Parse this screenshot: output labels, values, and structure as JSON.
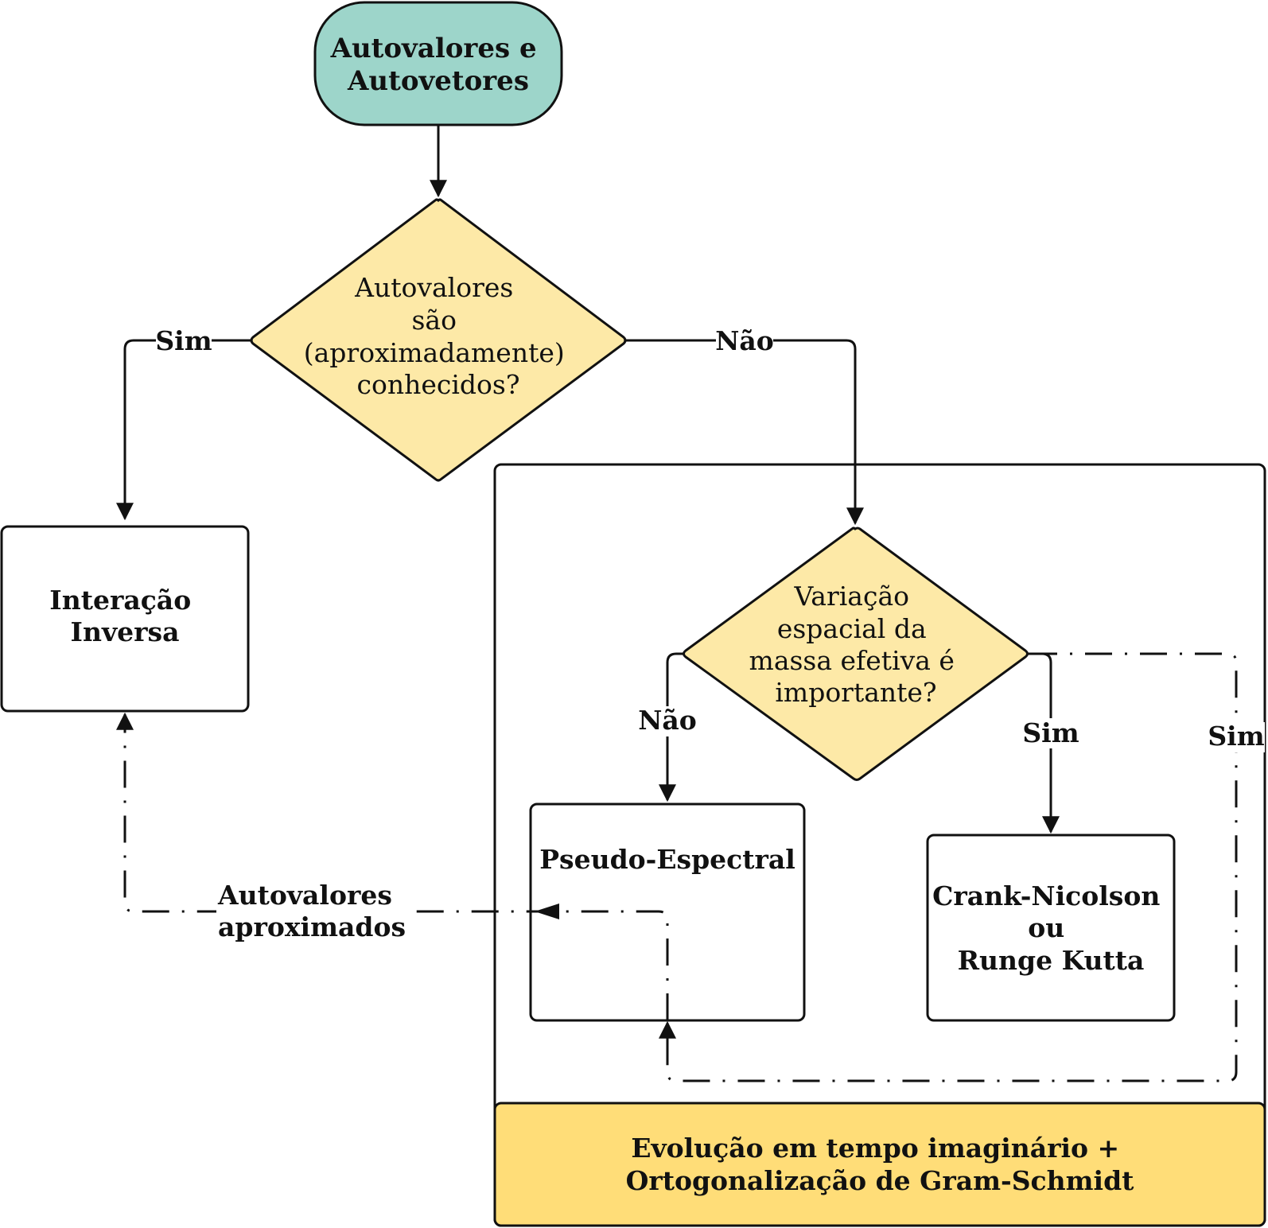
{
  "nodes": {
    "start": {
      "lines": [
        "Autovalores e",
        "Autovetores"
      ],
      "fill": "#9dd5ca"
    },
    "decision1": {
      "lines": [
        "Autovalores",
        "são",
        "(aproximadamente)",
        "conhecidos?"
      ],
      "fill": "#fde9a7"
    },
    "inverse": {
      "lines": [
        "Interação",
        "Inversa"
      ]
    },
    "decision2": {
      "lines": [
        "Variação",
        "espacial da",
        "massa efetiva é",
        "importante?"
      ],
      "fill": "#fde9a7"
    },
    "pseudo": {
      "lines": [
        "Pseudo-Espectral"
      ]
    },
    "crank": {
      "lines": [
        "Crank-Nicolson",
        "ou",
        "Runge Kutta"
      ]
    },
    "evolution": {
      "lines": [
        "Evolução em tempo imaginário +",
        "Ortogonalização de Gram-Schmidt"
      ],
      "fill": "#ffdd78"
    }
  },
  "edges": {
    "d1_yes": "Sim",
    "d1_no": "Não",
    "d2_no": "Não",
    "d2_yes": "Sim",
    "d2_yes_dashed": "Sim",
    "approx": [
      "Autovalores",
      "aproximados"
    ]
  },
  "colors": {
    "stroke": "#111111"
  }
}
